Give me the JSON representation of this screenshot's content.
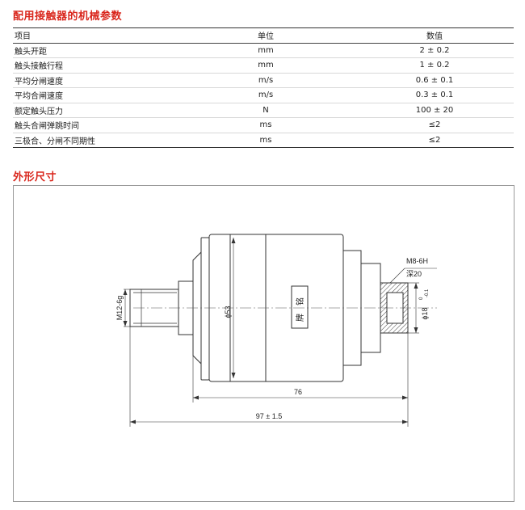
{
  "section1_title": "配用接触器的机械参数",
  "table": {
    "headers": [
      "项目",
      "单位",
      "数值"
    ],
    "rows": [
      [
        "触头开距",
        "mm",
        "2 ± 0.2"
      ],
      [
        "触头接触行程",
        "mm",
        "1 ± 0.2"
      ],
      [
        "平均分闸速度",
        "m/s",
        "0.6 ± 0.1"
      ],
      [
        "平均合闸速度",
        "m/s",
        "0.3 ± 0.1"
      ],
      [
        "额定触头压力",
        "N",
        "100 ± 20"
      ],
      [
        "触头合闸弹跳时间",
        "ms",
        "≤2"
      ],
      [
        "三极合、分闸不同期性",
        "ms",
        "≤2"
      ]
    ]
  },
  "section2_title": "外形尺寸",
  "drawing": {
    "dim_length": "76",
    "dim_total": "97 ± 1.5",
    "dim_diameter": "ϕ53",
    "thread_left": "M12-6g",
    "thread_right_1": "M8-6H",
    "thread_right_2": "深20",
    "dim_shaft": "ϕ18",
    "dim_shaft_tol_upper": "0",
    "dim_shaft_tol_lower": "-0.1",
    "nameplate_1": "铭",
    "nameplate_2": "牌"
  }
}
